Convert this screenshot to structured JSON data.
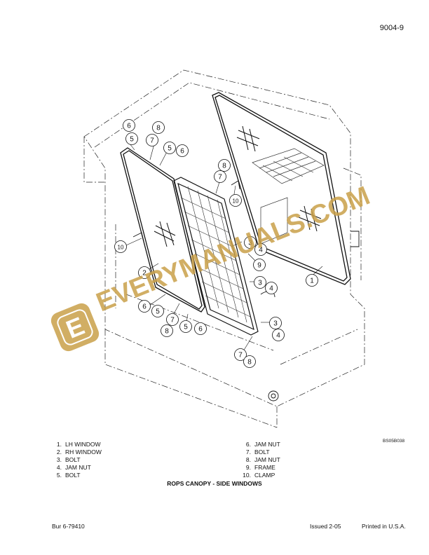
{
  "page_number": "9004-9",
  "figure_code": "BS05B038",
  "legend_left": [
    {
      "num": "1.",
      "label": "LH WINDOW"
    },
    {
      "num": "2.",
      "label": "RH WINDOW"
    },
    {
      "num": "3.",
      "label": "BOLT"
    },
    {
      "num": "4.",
      "label": "JAM NUT"
    },
    {
      "num": "5.",
      "label": "BOLT"
    }
  ],
  "legend_right": [
    {
      "num": "6.",
      "label": "JAM NUT"
    },
    {
      "num": "7.",
      "label": "BOLT"
    },
    {
      "num": "8.",
      "label": "JAM NUT"
    },
    {
      "num": "9.",
      "label": "FRAME"
    },
    {
      "num": "10.",
      "label": "CLAMP"
    }
  ],
  "caption": "ROPS CANOPY - SIDE WINDOWS",
  "footer": {
    "left": "Bur 6-79410",
    "issued": "Issued 2-05",
    "printed": "Printed in U.S.A."
  },
  "watermark": {
    "text": "EVERYMANUALS.COM",
    "letter": "E",
    "color": "#c9a04a"
  },
  "callouts": [
    {
      "label": "6"
    },
    {
      "label": "5"
    },
    {
      "label": "8"
    },
    {
      "label": "7"
    },
    {
      "label": "5"
    },
    {
      "label": "6"
    },
    {
      "label": "8"
    },
    {
      "label": "7"
    },
    {
      "label": "10"
    },
    {
      "label": "10"
    },
    {
      "label": "2"
    },
    {
      "label": "3"
    },
    {
      "label": "4"
    },
    {
      "label": "9"
    },
    {
      "label": "3"
    },
    {
      "label": "4"
    },
    {
      "label": "1"
    },
    {
      "label": "6"
    },
    {
      "label": "5"
    },
    {
      "label": "7"
    },
    {
      "label": "8"
    },
    {
      "label": "5"
    },
    {
      "label": "6"
    },
    {
      "label": "3"
    },
    {
      "label": "4"
    },
    {
      "label": "7"
    },
    {
      "label": "8"
    }
  ]
}
